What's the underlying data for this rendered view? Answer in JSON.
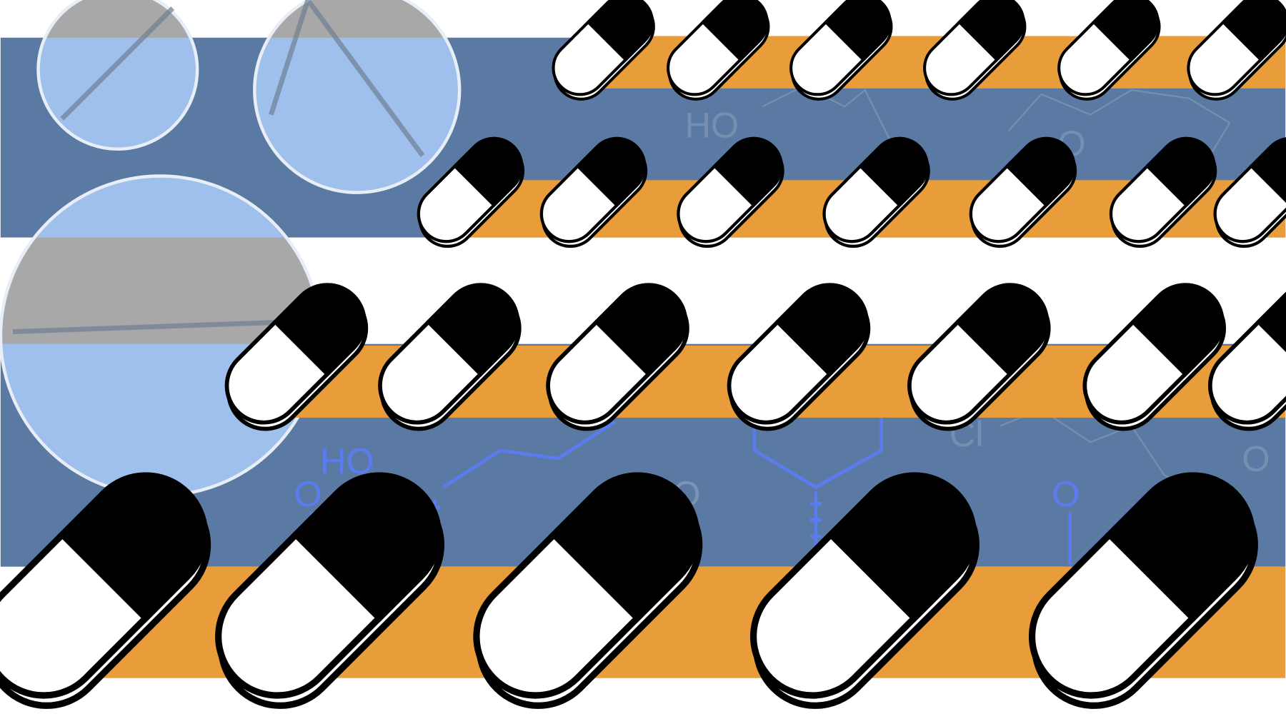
{
  "colors": {
    "background": "#ffffff",
    "band_blue": "#5a7aa3",
    "stripe_orange": "#e89d3a",
    "tablet_blue": "#9fc0ec",
    "tablet_gray": "#a8a8a8",
    "chem_bright": "#5b7cf0",
    "chem_faint": "#7d93b3"
  },
  "chem_labels": {
    "ho_top": "HO",
    "o_top": "O",
    "ho_bottom": "HO",
    "o_bottom_1": "O",
    "o_bottom_2": "O",
    "o_bottom_3": "O",
    "cl": "Cl",
    "o_right": "O"
  }
}
